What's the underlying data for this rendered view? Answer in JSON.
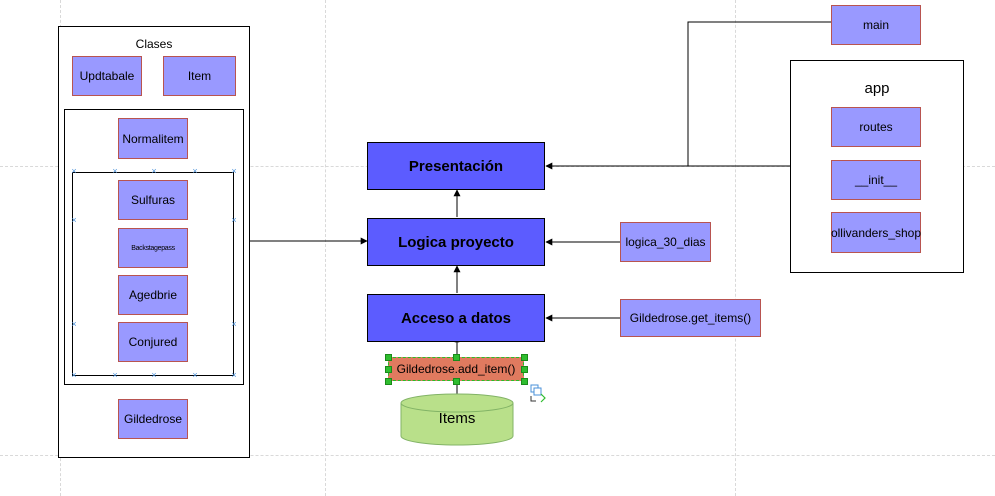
{
  "diagram": {
    "containers": {
      "clases": {
        "label": "Clases"
      },
      "app": {
        "label": "app"
      }
    },
    "class_nodes": {
      "updtabale": "Updtabale",
      "item": "Item",
      "normalitem": "Normalitem",
      "sulfuras": "Sulfuras",
      "backstagepass": "Backstagepass",
      "agedbrie": "Agedbrie",
      "conjured": "Conjured",
      "gildedrose": "Gildedrose"
    },
    "layers": {
      "presentacion": "Presentación",
      "logica": "Logica proyecto",
      "acceso": "Acceso a datos"
    },
    "app_nodes": {
      "routes": "routes",
      "init": "__init__",
      "ollivanders": "ollivanders_shop"
    },
    "side_nodes": {
      "main": "main",
      "logica_30_dias": "logica_30_dias",
      "get_items": "Gildedrose.get_items()",
      "add_item": "Gildedrose.add_item()"
    },
    "database": {
      "label": "Items"
    },
    "colors": {
      "node_fill": "#9999ff",
      "node_border": "#b85450",
      "layer_fill": "#5c5cff",
      "selected_fill": "#e07a5f",
      "db_fill": "#b9e08a",
      "db_border": "#82b366",
      "handle": "#2fbd2f"
    }
  }
}
